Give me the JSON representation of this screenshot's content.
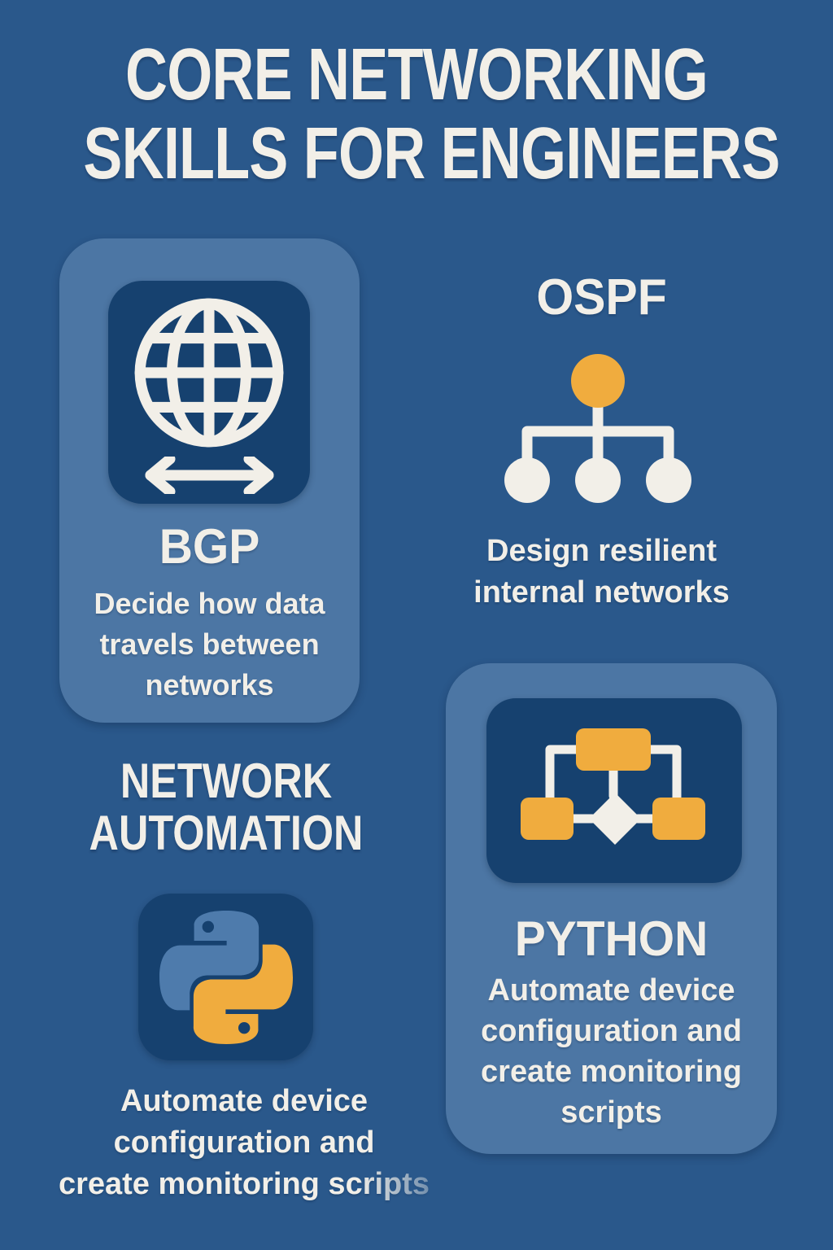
{
  "colors": {
    "background": "#2A588B",
    "card": "#4C76A4",
    "tile": "#16416F",
    "orange": "#F0AC3E",
    "ink": "#F2EFE8",
    "python_blue": "#4E7BAC"
  },
  "title": {
    "line1": "CORE NETWORKING",
    "line2": "SKILLS FOR ENGINEERS"
  },
  "sections": {
    "bgp": {
      "title": "BGP",
      "icon": "globe-with-exchange-arrows",
      "description_lines": [
        "Decide how data",
        "travels between",
        "networks"
      ]
    },
    "ospf": {
      "title": "OSPF",
      "icon": "network-tree",
      "description_lines": [
        "Design resilient",
        "internal networks"
      ]
    },
    "python_card": {
      "title": "PYTHON",
      "icon": "flowchart",
      "description_lines": [
        "Automate device",
        "configuration and",
        "create monitoring",
        "scripts"
      ]
    },
    "automation": {
      "title_lines": [
        "NETWORK",
        "AUTOMATION"
      ],
      "icon": "python-logo",
      "description_lines": [
        "Automate device",
        "configuration and",
        "create monitoring scripts"
      ]
    }
  }
}
